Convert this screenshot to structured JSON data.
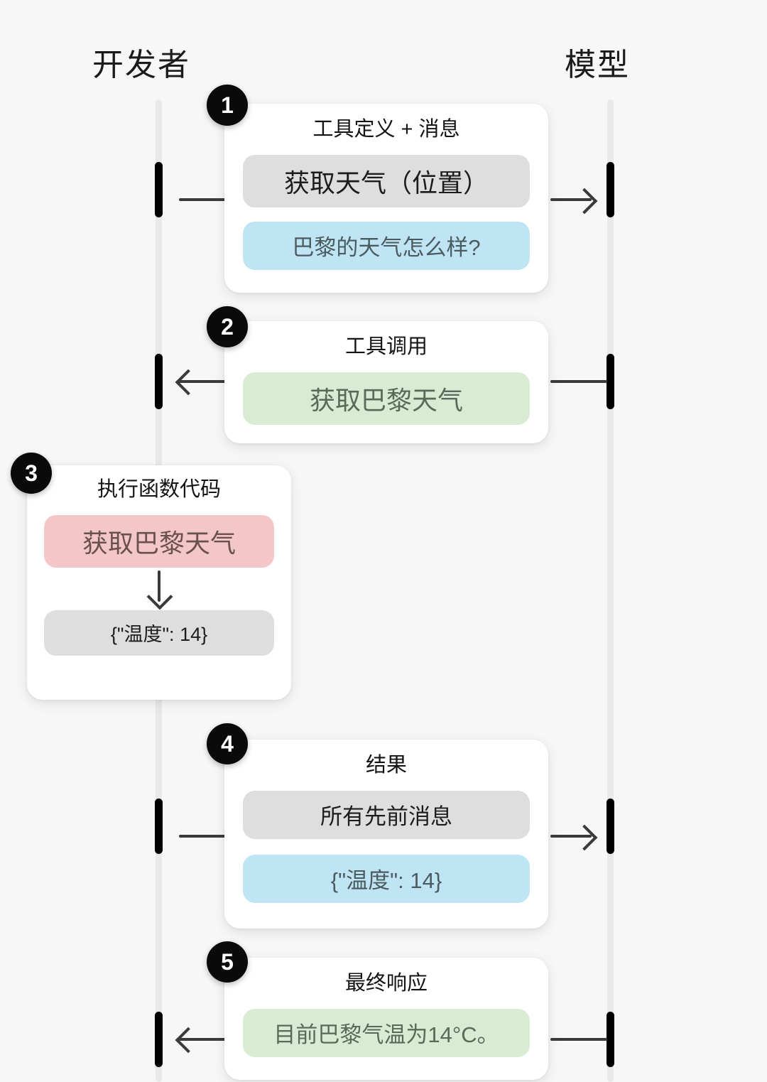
{
  "lanes": {
    "left": {
      "label": "开发者"
    },
    "right": {
      "label": "模型"
    }
  },
  "steps": [
    {
      "number": "1",
      "title": "工具定义 + 消息",
      "direction": "developer-to-model",
      "pills": [
        {
          "text": "获取天气（位置）",
          "color": "grey"
        },
        {
          "text": "巴黎的天气怎么样?",
          "color": "blue"
        }
      ]
    },
    {
      "number": "2",
      "title": "工具调用",
      "direction": "model-to-developer",
      "pills": [
        {
          "text": "获取巴黎天气",
          "color": "green"
        }
      ]
    },
    {
      "number": "3",
      "title": "执行函数代码",
      "direction": "developer-local",
      "pills": [
        {
          "text": "获取巴黎天气",
          "color": "pink"
        },
        {
          "text": "{\"温度\": 14}",
          "color": "grey"
        }
      ],
      "arrow": "down-arrow"
    },
    {
      "number": "4",
      "title": "结果",
      "direction": "developer-to-model",
      "pills": [
        {
          "text": "所有先前消息",
          "color": "grey"
        },
        {
          "text": "{\"温度\": 14}",
          "color": "blue"
        }
      ]
    },
    {
      "number": "5",
      "title": "最终响应",
      "direction": "model-to-developer",
      "pills": [
        {
          "text": "目前巴黎气温为14°C。",
          "color": "green"
        }
      ]
    }
  ],
  "colors": {
    "background": "#f7f7f7",
    "lane_line": "#e9e9e9",
    "tick": "#000000",
    "connector": "#3a3a3a",
    "badge": "#0a0a0a",
    "pill_grey": "#dedede",
    "pill_blue": "#bfe5f4",
    "pill_green": "#d7ecd3",
    "pill_pink": "#f3c7c7"
  }
}
